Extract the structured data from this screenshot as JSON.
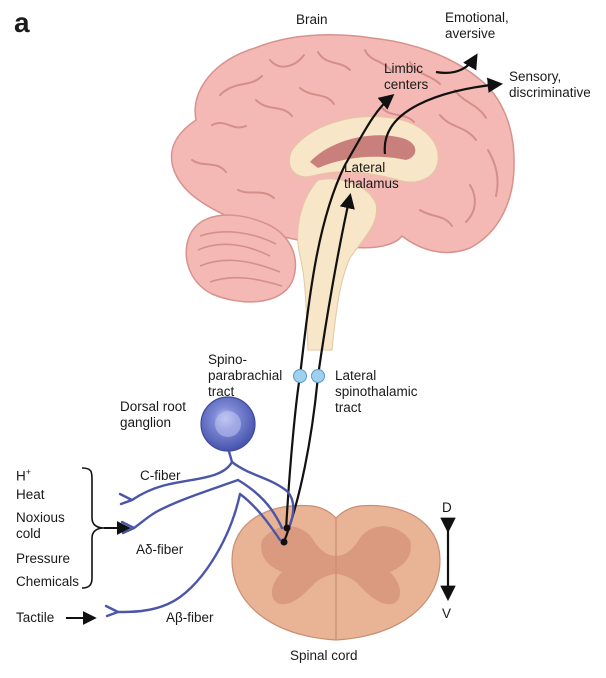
{
  "figure": {
    "panel_label": "a",
    "labels": {
      "brain": "Brain",
      "emotional_1": "Emotional,",
      "emotional_2": "aversive",
      "limbic_1": "Limbic",
      "limbic_2": "centers",
      "sensory_1": "Sensory,",
      "sensory_2": "discriminative",
      "lateral_thal_1": "Lateral",
      "lateral_thal_2": "thalamus",
      "spino_1": "Spino-",
      "spino_2": "parabrachial",
      "spino_3": "tract",
      "lst_1": "Lateral",
      "lst_2": "spinothalamic",
      "lst_3": "tract",
      "drg_1": "Dorsal root",
      "drg_2": "ganglion",
      "h_plus": "H",
      "h_plus_sup": "+",
      "heat": "Heat",
      "noxious_1": "Noxious",
      "noxious_2": "cold",
      "pressure": "Pressure",
      "chemicals": "Chemicals",
      "tactile": "Tactile",
      "c_fiber": "C-fiber",
      "ad_fiber": "Aδ-fiber",
      "ab_fiber": "Aβ-fiber",
      "dorsal": "D",
      "ventral": "V",
      "spinal_cord": "Spinal cord"
    }
  },
  "colors": {
    "brain_fill": "#f4b9b4",
    "brain_stroke": "#d8928d",
    "inner_fill": "#f8e6c8",
    "ventricle": "#c9807c",
    "cord_fill": "#e9b495",
    "grey_matter": "#d99a80",
    "fiber": "#4b56a8",
    "ganglion": "#5563b8",
    "node": "#9fd0ef",
    "arrow": "#111111"
  }
}
